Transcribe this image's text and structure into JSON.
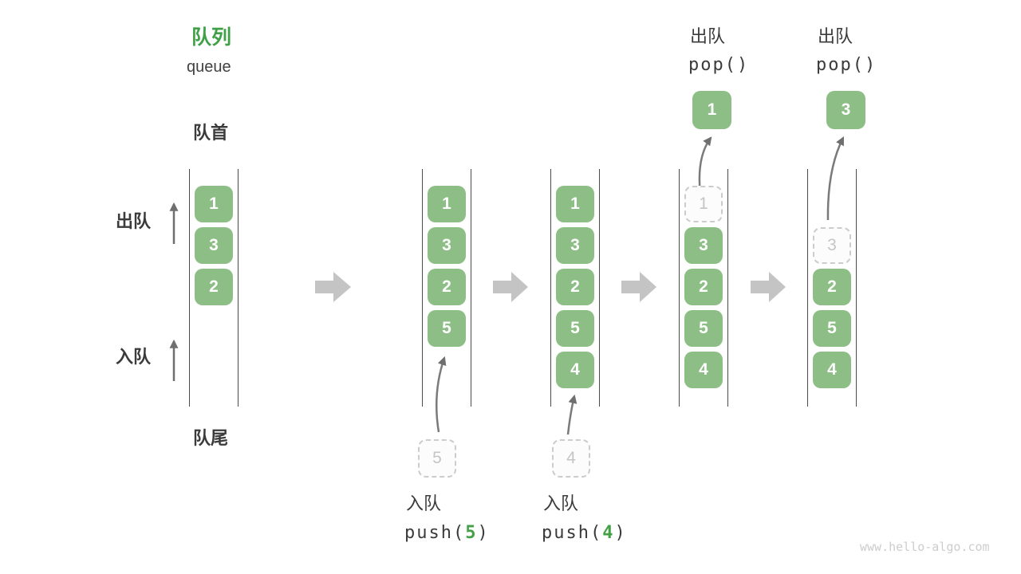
{
  "title": {
    "zh": "队列",
    "en": "queue"
  },
  "side_labels": {
    "front": "队首",
    "rear": "队尾",
    "dequeue": "出队",
    "enqueue": "入队"
  },
  "states": [
    {
      "cells": [
        "1",
        "3",
        "2"
      ]
    },
    {
      "cells": [
        "1",
        "3",
        "2",
        "5"
      ],
      "input_value": "5",
      "op": {
        "label": "入队",
        "code_pre": "push(",
        "arg": "5",
        "code_post": ")"
      }
    },
    {
      "cells": [
        "1",
        "3",
        "2",
        "5",
        "4"
      ],
      "input_value": "4",
      "op": {
        "label": "入队",
        "code_pre": "push(",
        "arg": "4",
        "code_post": ")"
      }
    },
    {
      "ghost": "1",
      "cells": [
        "3",
        "2",
        "5",
        "4"
      ],
      "popped": "1",
      "op": {
        "label": "出队",
        "code": "pop()"
      }
    },
    {
      "ghost": "3",
      "cells": [
        "2",
        "5",
        "4"
      ],
      "popped": "3",
      "op": {
        "label": "出队",
        "code": "pop()"
      }
    }
  ],
  "watermark": "www.hello-algo.com",
  "colors": {
    "accent_green": "#3fa047",
    "cell_green": "#8dbe85",
    "arrow_gray": "#757575",
    "block_arrow_gray": "#c4c4c4",
    "channel_line": "#4b4b4b",
    "ghost_gray": "#c5c5c5",
    "text_dark": "#3b3b3b",
    "watermark_gray": "#cdcdcd"
  }
}
